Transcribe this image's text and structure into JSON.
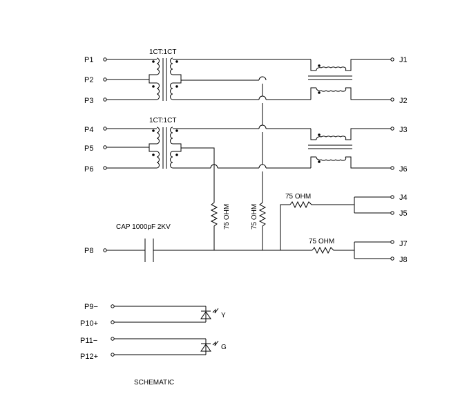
{
  "pins_left": [
    "P1",
    "P2",
    "P3",
    "P4",
    "P5",
    "P6",
    "P8"
  ],
  "pins_right": [
    "J1",
    "J2",
    "J3",
    "J6",
    "J4",
    "J5",
    "J7",
    "J8"
  ],
  "pins_led": [
    "P9−",
    "P10+",
    "P11−",
    "P12+"
  ],
  "transformer_ratio": [
    "1CT:1CT",
    "1CT:1CT"
  ],
  "resistors": [
    "75 OHM",
    "75 OHM",
    "75 OHM",
    "75 OHM"
  ],
  "capacitor": "CAP  1000pF  2KV",
  "leds": [
    "Y",
    "G"
  ],
  "caption": "SCHEMATIC",
  "colors": {
    "ink": "#000000",
    "background": "#ffffff"
  }
}
